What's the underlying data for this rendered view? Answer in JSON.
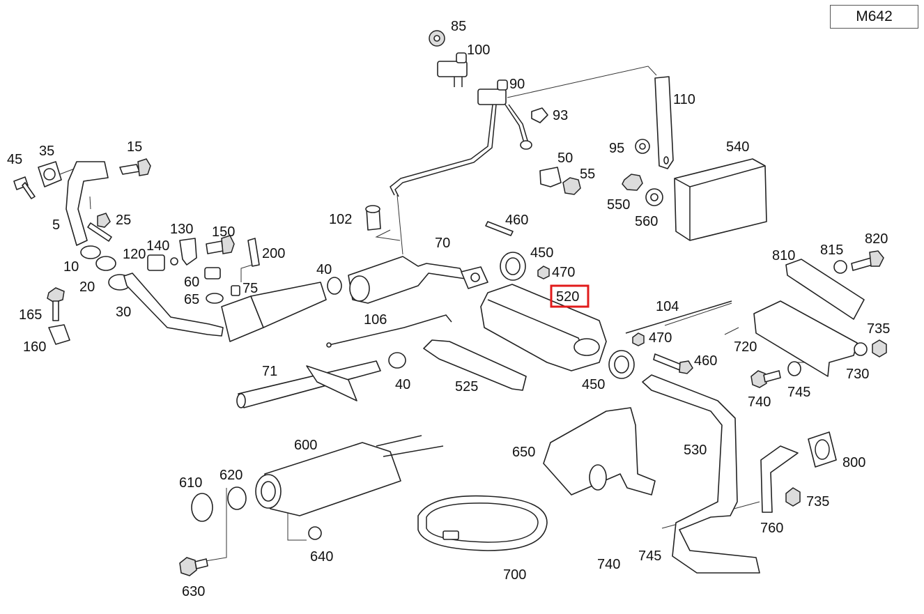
{
  "model_code": "M642",
  "highlight_color": "#e11b1b",
  "highlighted_part": "520",
  "labels": [
    "85",
    "100",
    "90",
    "93",
    "110",
    "540",
    "95",
    "550",
    "560",
    "50",
    "55",
    "45",
    "35",
    "15",
    "5",
    "25",
    "120",
    "10",
    "20",
    "30",
    "140",
    "130",
    "150",
    "200",
    "60",
    "65",
    "75",
    "165",
    "160",
    "102",
    "70",
    "40",
    "460",
    "450",
    "470",
    "520",
    "106",
    "104",
    "470",
    "460",
    "720",
    "810",
    "815",
    "820",
    "735",
    "730",
    "745",
    "740",
    "71",
    "40",
    "525",
    "450",
    "650",
    "530",
    "800",
    "735",
    "760",
    "600",
    "610",
    "620",
    "630",
    "640",
    "700",
    "740",
    "745"
  ]
}
